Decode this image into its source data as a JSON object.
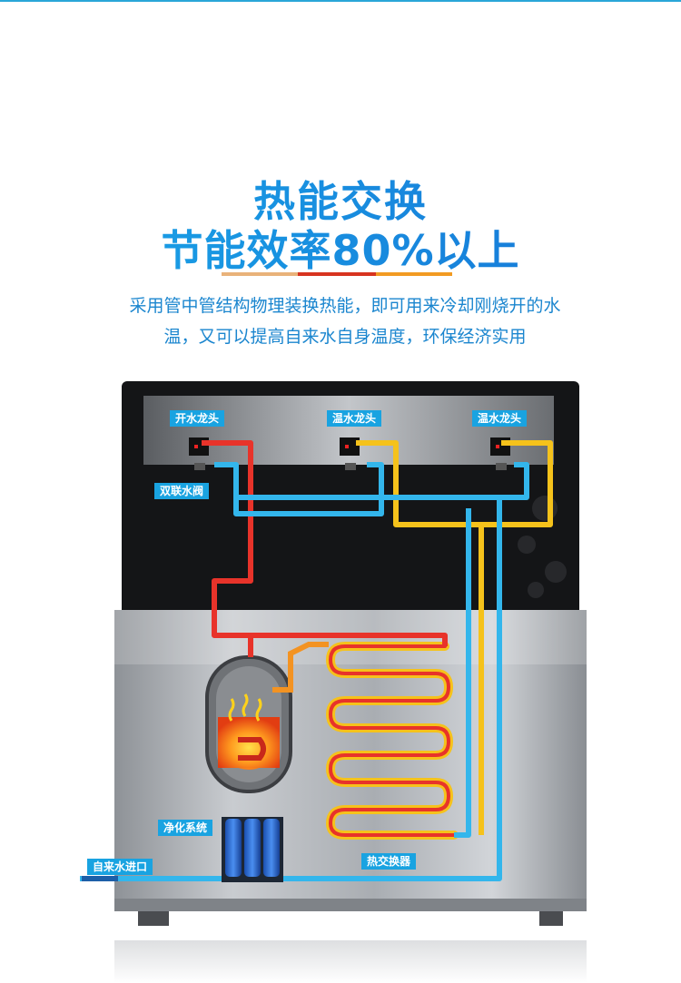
{
  "headline": {
    "line1": "热能交换",
    "line2": "节能效率80%以上"
  },
  "description": {
    "line1": "采用管中管结构物理装换热能，即可用来冷却刚烧开的水",
    "line2": "温，又可以提高自来水自身温度，环保经济实用"
  },
  "labels": {
    "tap_boiling": "开水龙头",
    "tap_warm_1": "温水龙头",
    "tap_warm_2": "温水龙头",
    "dual_valve": "双联水阀",
    "purification": "净化系统",
    "inlet": "自来水进口",
    "heat_exchanger": "热交换器"
  },
  "colors": {
    "accent_blue": "#19a3e1",
    "pipe_hot": "#e8332a",
    "pipe_warm": "#f5c21b",
    "pipe_cold": "#33b6ec"
  }
}
